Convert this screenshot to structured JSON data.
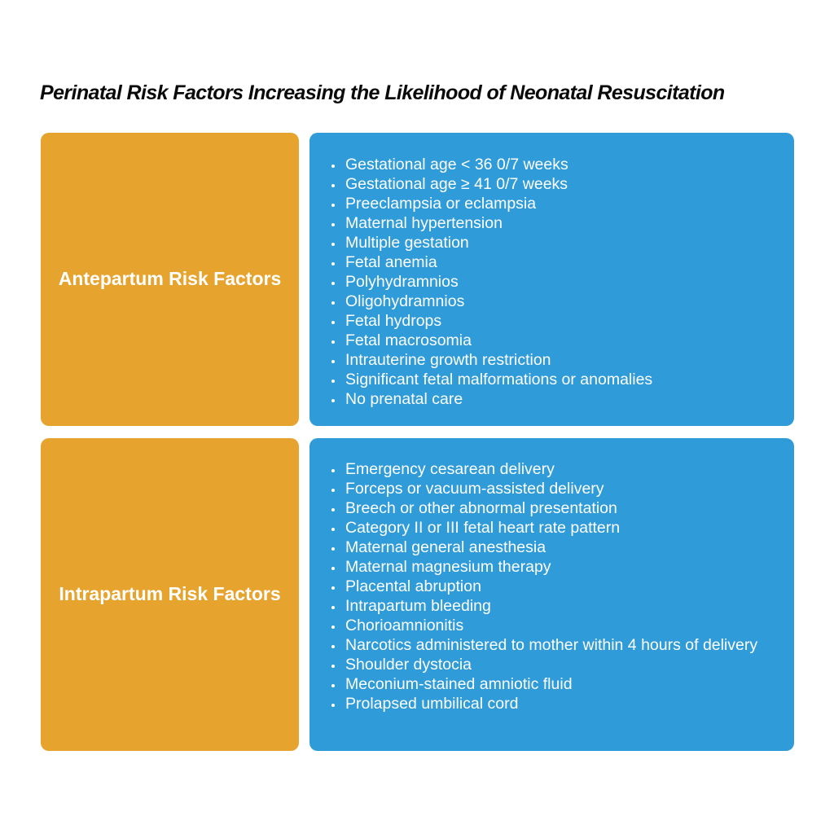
{
  "title": "Perinatal Risk Factors Increasing the Likelihood of Neonatal Resuscitation",
  "colors": {
    "label_box_orange": "#E6A42E",
    "list_box_blue": "#2F9BD9",
    "box_text": "#FFFFFF",
    "title_text": "#0A0A0A",
    "background": "#FFFFFF"
  },
  "rows": [
    {
      "label": "Antepartum Risk Factors",
      "items": [
        "Gestational age < 36 0/7 weeks",
        "Gestational age ≥ 41 0/7 weeks",
        "Preeclampsia or eclampsia",
        "Maternal hypertension",
        "Multiple gestation",
        "Fetal anemia",
        "Polyhydramnios",
        "Oligohydramnios",
        "Fetal hydrops",
        "Fetal macrosomia",
        "Intrauterine growth restriction",
        "Significant fetal malformations or anomalies",
        "No prenatal care"
      ]
    },
    {
      "label": "Intrapartum Risk Factors",
      "items": [
        "Emergency cesarean delivery",
        "Forceps or vacuum-assisted delivery",
        "Breech or other abnormal presentation",
        "Category II or III fetal heart rate pattern",
        "Maternal general anesthesia",
        "Maternal magnesium therapy",
        "Placental abruption",
        "Intrapartum bleeding",
        "Chorioamnionitis",
        "Narcotics administered to mother within 4 hours of delivery",
        "Shoulder dystocia",
        "Meconium-stained amniotic fluid",
        "Prolapsed umbilical cord"
      ]
    }
  ]
}
